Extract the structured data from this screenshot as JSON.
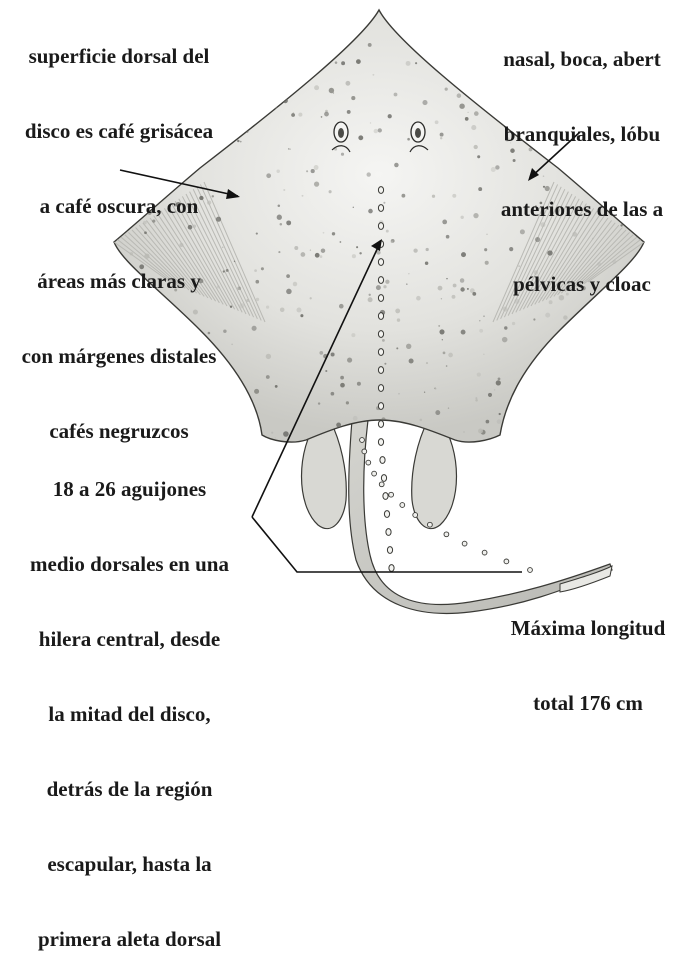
{
  "labels": {
    "dorsal_surface": {
      "lines": [
        "superficie dorsal del",
        "disco es café grisácea",
        "a café oscura, con",
        "áreas más claras y",
        "con márgenes distales",
        "cafés negruzcos"
      ]
    },
    "ventral_features": {
      "lines": [
        "nasal, boca, abert",
        "branquiales, lóbu",
        "anteriores de las a",
        "pélvicas y cloac"
      ]
    },
    "midline_spines": {
      "lines": [
        "18 a 26 aguijones",
        "medio dorsales en una",
        "hilera central, desde",
        "la mitad del disco,",
        "detrás de la región",
        "escapular, hasta la",
        "primera aleta dorsal"
      ]
    },
    "max_length": {
      "lines": [
        "Máxima longitud",
        "total 176 cm"
      ]
    }
  },
  "colors": {
    "ink": "#1a1a1a",
    "body_fill": "#e9e9e6",
    "shade": "#b9b9b4",
    "spot": "#6e6e69"
  }
}
